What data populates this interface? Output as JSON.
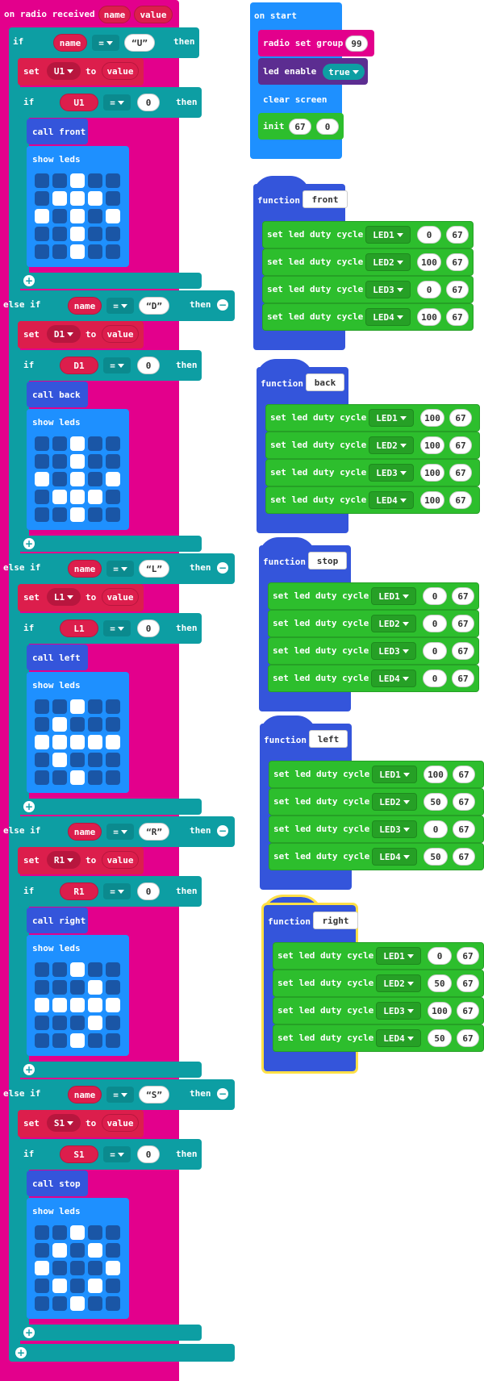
{
  "colors": {
    "radio": "#e3008c",
    "logic": "#0d9ea3",
    "variables": "#dc1e4c",
    "functions": "#3455db",
    "basic": "#1e90ff",
    "led": "#5c2d91",
    "motor": "#2dbe2d"
  },
  "icons": {
    "add": "plus-icon",
    "remove": "minus-icon",
    "dropdown": "chevron-down-icon"
  },
  "radio_block": {
    "label": "on radio received",
    "param1": "name",
    "param2": "value"
  },
  "branches": [
    {
      "kw": "if",
      "var": "name",
      "op": "=",
      "lit": "U",
      "then": "then",
      "setkw": "set",
      "setvar": "U1",
      "to": "to",
      "setval": "value",
      "ifkw": "if",
      "ifvar": "U1",
      "ifop": "=",
      "ifnum": "0",
      "ifthen": "then",
      "call": "call front",
      "show": "show leds",
      "leds": [
        0,
        0,
        1,
        0,
        0,
        0,
        1,
        1,
        1,
        0,
        1,
        0,
        1,
        0,
        1,
        0,
        0,
        1,
        0,
        0,
        0,
        0,
        1,
        0,
        0
      ]
    },
    {
      "kw": "else if",
      "var": "name",
      "op": "=",
      "lit": "D",
      "then": "then",
      "setkw": "set",
      "setvar": "D1",
      "to": "to",
      "setval": "value",
      "ifkw": "if",
      "ifvar": "D1",
      "ifop": "=",
      "ifnum": "0",
      "ifthen": "then",
      "call": "call back",
      "show": "show leds",
      "leds": [
        0,
        0,
        1,
        0,
        0,
        0,
        0,
        1,
        0,
        0,
        1,
        0,
        1,
        0,
        1,
        0,
        1,
        1,
        1,
        0,
        0,
        0,
        1,
        0,
        0
      ]
    },
    {
      "kw": "else if",
      "var": "name",
      "op": "=",
      "lit": "L",
      "then": "then",
      "setkw": "set",
      "setvar": "L1",
      "to": "to",
      "setval": "value",
      "ifkw": "if",
      "ifvar": "L1",
      "ifop": "=",
      "ifnum": "0",
      "ifthen": "then",
      "call": "call left",
      "show": "show leds",
      "leds": [
        0,
        0,
        1,
        0,
        0,
        0,
        1,
        0,
        0,
        0,
        1,
        1,
        1,
        1,
        1,
        0,
        1,
        0,
        0,
        0,
        0,
        0,
        1,
        0,
        0
      ]
    },
    {
      "kw": "else if",
      "var": "name",
      "op": "=",
      "lit": "R",
      "then": "then",
      "setkw": "set",
      "setvar": "R1",
      "to": "to",
      "setval": "value",
      "ifkw": "if",
      "ifvar": "R1",
      "ifop": "=",
      "ifnum": "0",
      "ifthen": "then",
      "call": "call right",
      "show": "show leds",
      "leds": [
        0,
        0,
        1,
        0,
        0,
        0,
        0,
        0,
        1,
        0,
        1,
        1,
        1,
        1,
        1,
        0,
        0,
        0,
        1,
        0,
        0,
        0,
        1,
        0,
        0
      ]
    },
    {
      "kw": "else if",
      "var": "name",
      "op": "=",
      "lit": "S",
      "then": "then",
      "setkw": "set",
      "setvar": "S1",
      "to": "to",
      "setval": "value",
      "ifkw": "if",
      "ifvar": "S1",
      "ifop": "=",
      "ifnum": "0",
      "ifthen": "then",
      "call": "call stop",
      "show": "show leds",
      "leds": [
        0,
        0,
        1,
        0,
        0,
        0,
        1,
        0,
        1,
        0,
        1,
        0,
        0,
        0,
        1,
        0,
        1,
        0,
        1,
        0,
        0,
        0,
        1,
        0,
        0
      ]
    }
  ],
  "on_start": {
    "label": "on start",
    "radio_set_group": "radio set group",
    "group": "99",
    "led_enable": "led enable",
    "led_enable_value": "true",
    "clear_screen": "clear screen",
    "init": "init",
    "init_a": "67",
    "init_b": "0"
  },
  "functions": [
    {
      "kw": "function",
      "name": "front",
      "rows": [
        {
          "label": "set led duty cycle",
          "led": "LED1",
          "a": "0",
          "b": "67"
        },
        {
          "label": "set led duty cycle",
          "led": "LED2",
          "a": "100",
          "b": "67"
        },
        {
          "label": "set led duty cycle",
          "led": "LED3",
          "a": "0",
          "b": "67"
        },
        {
          "label": "set led duty cycle",
          "led": "LED4",
          "a": "100",
          "b": "67"
        }
      ]
    },
    {
      "kw": "function",
      "name": "back",
      "rows": [
        {
          "label": "set led duty cycle",
          "led": "LED1",
          "a": "100",
          "b": "67"
        },
        {
          "label": "set led duty cycle",
          "led": "LED2",
          "a": "100",
          "b": "67"
        },
        {
          "label": "set led duty cycle",
          "led": "LED3",
          "a": "100",
          "b": "67"
        },
        {
          "label": "set led duty cycle",
          "led": "LED4",
          "a": "100",
          "b": "67"
        }
      ]
    },
    {
      "kw": "function",
      "name": "stop",
      "rows": [
        {
          "label": "set led duty cycle",
          "led": "LED1",
          "a": "0",
          "b": "67"
        },
        {
          "label": "set led duty cycle",
          "led": "LED2",
          "a": "0",
          "b": "67"
        },
        {
          "label": "set led duty cycle",
          "led": "LED3",
          "a": "0",
          "b": "67"
        },
        {
          "label": "set led duty cycle",
          "led": "LED4",
          "a": "0",
          "b": "67"
        }
      ]
    },
    {
      "kw": "function",
      "name": "left",
      "rows": [
        {
          "label": "set led duty cycle",
          "led": "LED1",
          "a": "100",
          "b": "67"
        },
        {
          "label": "set led duty cycle",
          "led": "LED2",
          "a": "50",
          "b": "67"
        },
        {
          "label": "set led duty cycle",
          "led": "LED3",
          "a": "0",
          "b": "67"
        },
        {
          "label": "set led duty cycle",
          "led": "LED4",
          "a": "50",
          "b": "67"
        }
      ]
    },
    {
      "kw": "function",
      "name": "right",
      "selected": true,
      "rows": [
        {
          "label": "set led duty cycle",
          "led": "LED1",
          "a": "0",
          "b": "67"
        },
        {
          "label": "set led duty cycle",
          "led": "LED2",
          "a": "50",
          "b": "67"
        },
        {
          "label": "set led duty cycle",
          "led": "LED3",
          "a": "100",
          "b": "67"
        },
        {
          "label": "set led duty cycle",
          "led": "LED4",
          "a": "50",
          "b": "67"
        }
      ]
    }
  ]
}
